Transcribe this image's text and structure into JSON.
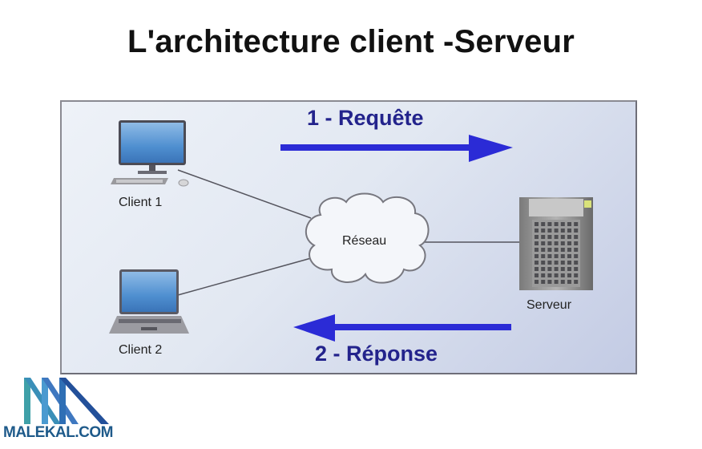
{
  "title": "L'architecture client -Serveur",
  "diagram": {
    "nodes": {
      "client1": {
        "label": "Client 1",
        "icon": "desktop-computer-icon"
      },
      "client2": {
        "label": "Client 2",
        "icon": "laptop-icon"
      },
      "network": {
        "label": "Réseau",
        "icon": "cloud-icon"
      },
      "server": {
        "label": "Serveur",
        "icon": "server-tower-icon"
      }
    },
    "arrows": {
      "request": {
        "label": "1 - Requête",
        "direction": "right",
        "color": "#2b2bd6"
      },
      "response": {
        "label": "2 - Réponse",
        "direction": "left",
        "color": "#2b2bd6"
      }
    },
    "colors": {
      "arrow": "#2b2bd6",
      "arrow_label": "#23238c",
      "link": "#55555e"
    }
  },
  "logo": {
    "text": "MALEKAL.COM"
  }
}
